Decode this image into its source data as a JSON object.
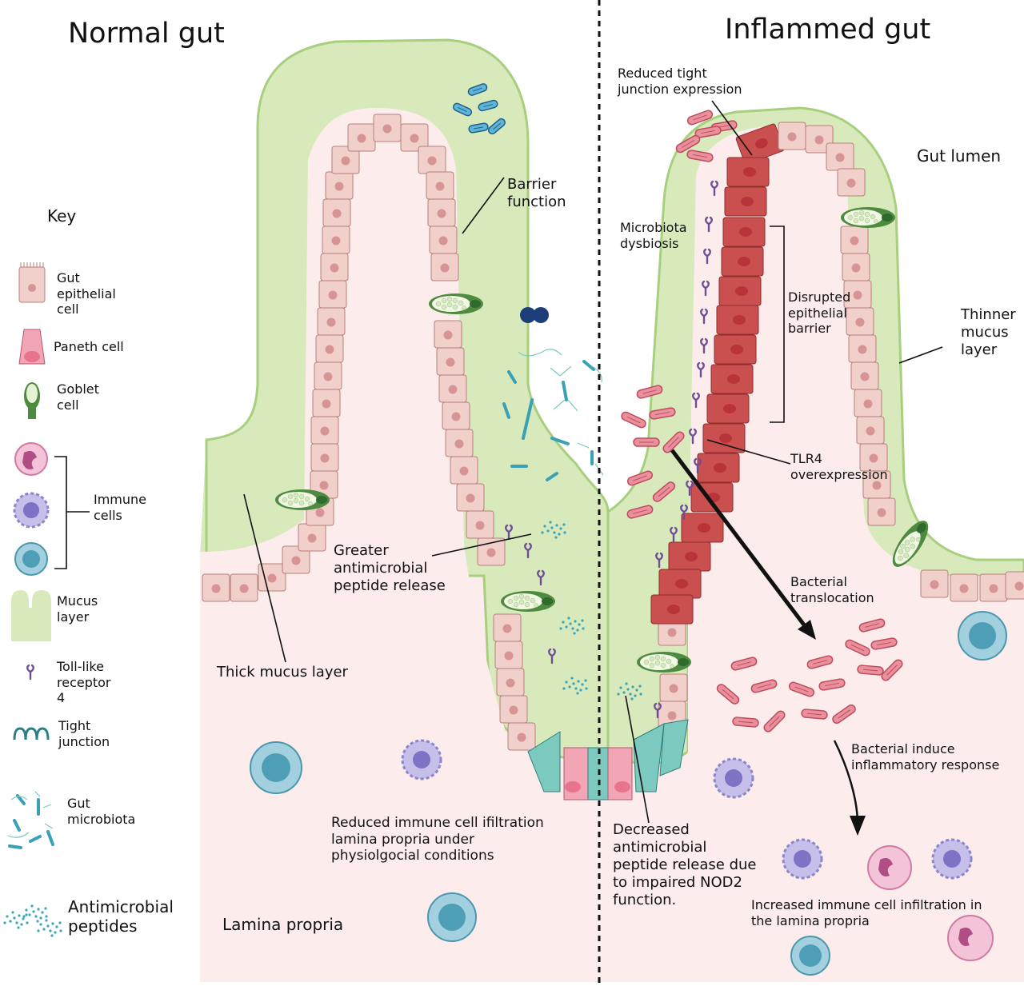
{
  "titles": {
    "normal": "Normal gut",
    "inflamed": "Inflammed gut"
  },
  "key": {
    "title": "Key",
    "items": [
      {
        "icon": "epithelial-cell-icon",
        "label": "Gut\nepithelial\ncell"
      },
      {
        "icon": "paneth-cell-icon",
        "label": "Paneth cell"
      },
      {
        "icon": "goblet-cell-icon",
        "label": "Goblet\ncell"
      },
      {
        "icon": "immune-cells-icon",
        "label": "Immune\ncells"
      },
      {
        "icon": "mucus-layer-icon",
        "label": "Mucus\nlayer"
      },
      {
        "icon": "toll-like-receptor-icon",
        "label": "Toll-like\nreceptor\n4"
      },
      {
        "icon": "tight-junction-icon",
        "label": "Tight\njunction"
      },
      {
        "icon": "gut-microbiota-icon",
        "label": "Gut\nmicrobiota"
      },
      {
        "icon": "antimicrobial-peptides-icon",
        "label": "Antimicrobial\npeptides"
      }
    ]
  },
  "normal": {
    "barrier": "Barrier\nfunction",
    "greater_amp": "Greater\nantimicrobial\npeptide release",
    "thick_mucus": "Thick mucus layer",
    "reduced_immune": "Reduced immune cell ifiltration\nlamina propria under\nphysiolgocial conditions",
    "lamina": "Lamina propria"
  },
  "inflamed": {
    "tight_junction": "Reduced tight\njunction expression",
    "gut_lumen": "Gut lumen",
    "dysbiosis": "Microbiota\ndysbiosis",
    "disrupted": "Disrupted\nepithelial\nbarrier",
    "thinner": "Thinner\nmucus\nlayer",
    "tlr4": "TLR4\noverexpression",
    "translocation": "Bacterial\ntranslocation",
    "induce": "Bacterial induce\ninflammatory response",
    "decreased_amp": "Decreased\nantimicrobial\npeptide release due\nto impaired NOD2\nfunction.",
    "increased_immune": "Increased immune cell infiltration in\nthe lamina propria"
  },
  "colors": {
    "mucus": "#d8eabc",
    "mucus_edge": "#a8cf7e",
    "lamina": "#fcecec",
    "epithelial": "#f1cfca",
    "epithelial_edge": "#b7807b",
    "nucleus": "#d79494",
    "damaged": "#c9504f",
    "damaged_nucleus": "#b8333a",
    "goblet": "#4e8a3f",
    "paneth": "#e8738d",
    "tlr4": "#6e4f96",
    "tight_junction": "#2d7f86",
    "bacteria_red": "#e8909c",
    "bacteria_teal": "#3aa0b5",
    "immune_blue": "#8fc4d6",
    "immune_purple": "#b8b1e4",
    "immune_pink": "#f1b7d1"
  }
}
